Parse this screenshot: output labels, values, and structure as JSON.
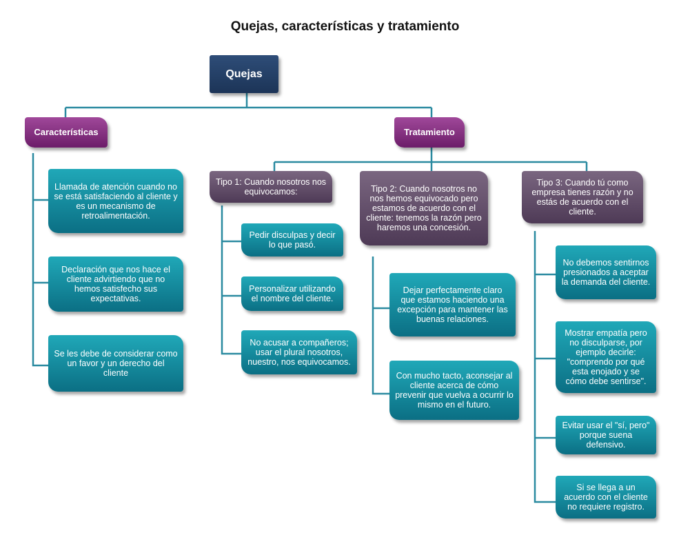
{
  "title": "Quejas, características y  tratamiento",
  "root": "Quejas",
  "caracteristicas": {
    "label": "Características",
    "items": [
      "Llamada de atención cuando no se está satisfaciendo al cliente y es un mecanismo de retroalimentación.",
      "Declaración que nos hace el cliente advirtiendo que no hemos satisfecho sus expectativas.",
      "Se les debe de considerar como un favor y un derecho del cliente"
    ]
  },
  "tratamiento": {
    "label": "Tratamiento",
    "tipo1": {
      "label": "Tipo 1: Cuando nosotros nos equivocamos:",
      "items": [
        "Pedir disculpas y decir lo que pasó.",
        "Personalizar utilizando el nombre del cliente.",
        "No acusar a compañeros; usar el plural nosotros, nuestro, nos equivocamos."
      ]
    },
    "tipo2": {
      "label": "Tipo 2: Cuando nosotros no nos hemos equivocado pero estamos de acuerdo con el cliente: tenemos la razón pero haremos una concesión.",
      "items": [
        "Dejar perfectamente claro que estamos haciendo una excepción para mantener las buenas relaciones.",
        "Con mucho tacto, aconsejar al cliente acerca de cómo prevenir que vuelva a ocurrir lo mismo en el futuro."
      ]
    },
    "tipo3": {
      "label": "Tipo 3: Cuando tú como empresa tienes razón y no estás de acuerdo con el cliente.",
      "items": [
        "No debemos sentirnos presionados a aceptar la demanda del cliente.",
        "Mostrar empatía pero no disculparse, por ejemplo decirle: \"comprendo por qué esta enojado y se cómo debe sentirse\".",
        "Evitar usar el \"sí, pero\" porque suena defensivo.",
        "Si se llega a un acuerdo con el cliente no requiere registro."
      ]
    }
  }
}
